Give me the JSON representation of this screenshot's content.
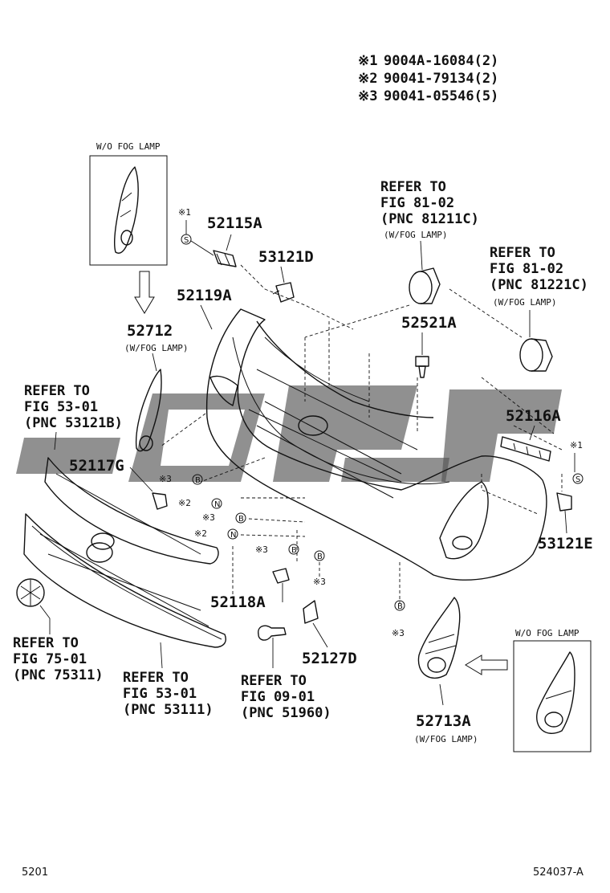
{
  "notes": [
    {
      "mark": "※1",
      "part": "9004A-16084(2)"
    },
    {
      "mark": "※2",
      "part": "90041-79134(2)"
    },
    {
      "mark": "※3",
      "part": "90041-05546(5)"
    }
  ],
  "part_numbers": {
    "p52115A": "52115A",
    "p53121D": "53121D",
    "p52119A": "52119A",
    "p52712": "52712",
    "p52521A": "52521A",
    "p52116A": "52116A",
    "p52117G": "52117G",
    "p53121E": "53121E",
    "p52118A": "52118A",
    "p52127D": "52127D",
    "p52713A": "52713A"
  },
  "qualifiers": {
    "wo_fog_top": "W/O FOG LAMP",
    "w_fog_52712": "(W/FOG LAMP)",
    "w_fog_ref1": "(W/FOG LAMP)",
    "w_fog_ref2": "(W/FOG LAMP)",
    "wo_fog_bottom": "W/O FOG LAMP",
    "w_fog_52713A": "(W/FOG LAMP)"
  },
  "refs": {
    "r1": [
      "REFER TO",
      "FIG 81-02",
      "(PNC 81211C)"
    ],
    "r2": [
      "REFER TO",
      "FIG 81-02",
      "(PNC 81221C)"
    ],
    "r3": [
      "REFER TO",
      "FIG 53-01",
      "(PNC 53121B)"
    ],
    "r4": [
      "REFER TO",
      "FIG 75-01",
      "(PNC 75311)"
    ],
    "r5": [
      "REFER TO",
      "FIG 53-01",
      "(PNC 53111)"
    ],
    "r6": [
      "REFER TO",
      "FIG 09-01",
      "(PNC 51960)"
    ]
  },
  "callouts": {
    "m1a": "※1",
    "m1b": "※1",
    "m3a": "※3",
    "m2a": "※2",
    "m3b": "※3",
    "m2b": "※2",
    "m3c": "※3",
    "m3d": "※3",
    "m3e": "※3",
    "sa": "S",
    "sb": "S",
    "bA": "B",
    "bB": "B",
    "bC": "B",
    "bD": "B",
    "bE": "B",
    "nA": "N",
    "nB": "N"
  },
  "footer": {
    "left": "5201",
    "right": "524037-A"
  },
  "watermark_icon": "gray-watermark-logo"
}
